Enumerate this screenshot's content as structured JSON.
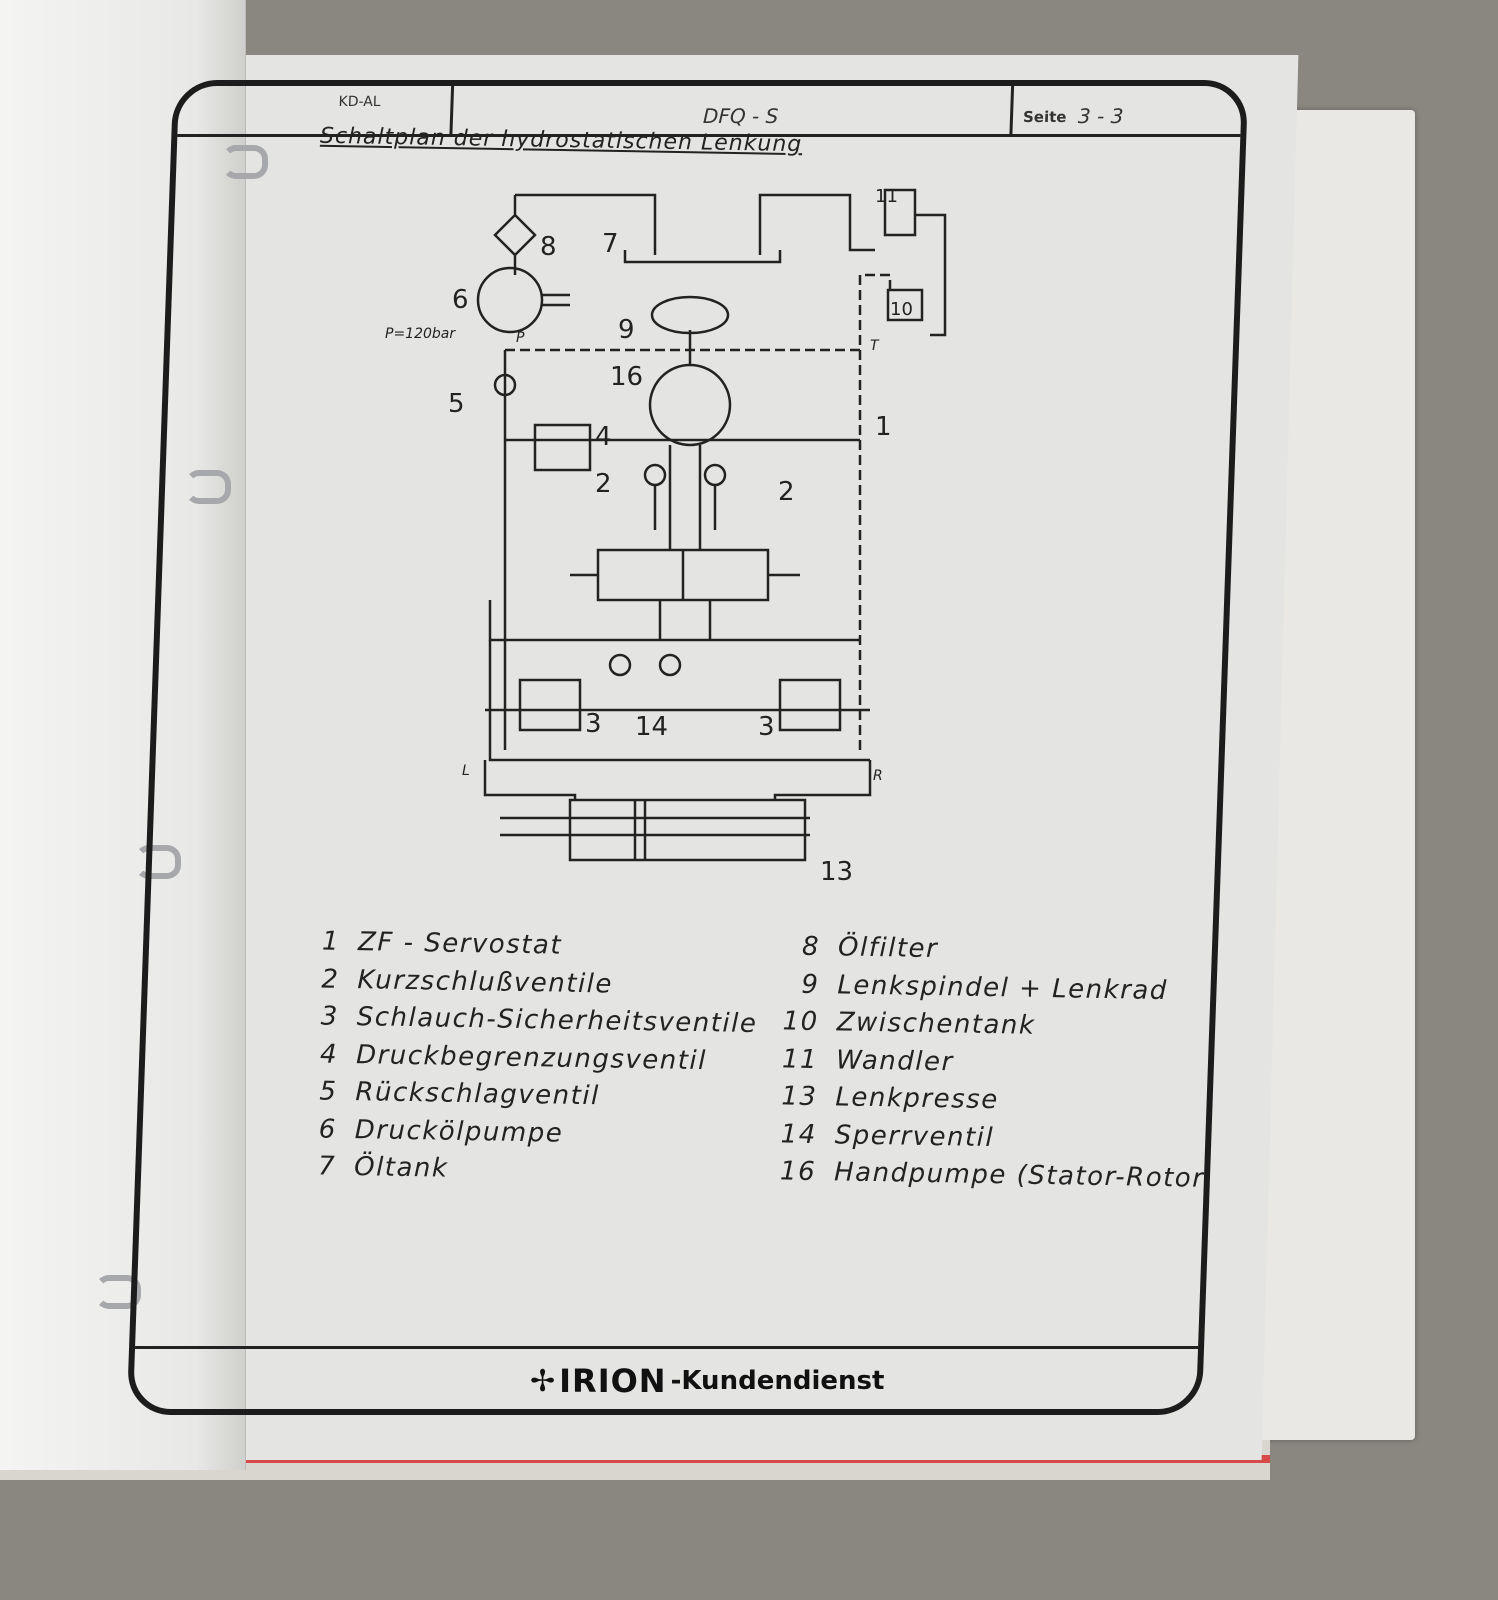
{
  "header": {
    "code": "KD-AL",
    "model": "DFQ - S",
    "page_label": "Seite",
    "page_number": "3 - 3"
  },
  "title": "Schaltplan der hydrostatischen Lenkung",
  "diagram": {
    "labels": {
      "l1": "1",
      "l2a": "2",
      "l2b": "2",
      "l3a": "3",
      "l3b": "3",
      "l4": "4",
      "l5": "5",
      "l6": "6",
      "l7": "7",
      "l8": "8",
      "l9": "9",
      "l10": "10",
      "l11": "11",
      "l13": "13",
      "l14": "14",
      "l16": "16"
    },
    "pressure": "P=120bar",
    "ports": {
      "p": "P",
      "t": "T",
      "l": "L",
      "r": "R"
    }
  },
  "legend": {
    "left": [
      {
        "num": "1",
        "text": "ZF - Servostat"
      },
      {
        "num": "2",
        "text": "Kurzschlußventile"
      },
      {
        "num": "3",
        "text": "Schlauch-Sicherheitsventile"
      },
      {
        "num": "4",
        "text": "Druckbegrenzungsventil"
      },
      {
        "num": "5",
        "text": "Rückschlagventil"
      },
      {
        "num": "6",
        "text": "Druckölpumpe"
      },
      {
        "num": "7",
        "text": "Öltank"
      }
    ],
    "right": [
      {
        "num": "8",
        "text": "Ölfilter"
      },
      {
        "num": "9",
        "text": "Lenkspindel + Lenkrad"
      },
      {
        "num": "10",
        "text": "Zwischentank"
      },
      {
        "num": "11",
        "text": "Wandler"
      },
      {
        "num": "13",
        "text": "Lenkpresse"
      },
      {
        "num": "14",
        "text": "Sperrventil"
      },
      {
        "num": "16",
        "text": "Handpumpe (Stator-Rotor"
      }
    ]
  },
  "footer": {
    "brand": "IRION",
    "suffix": "-Kundendienst"
  }
}
